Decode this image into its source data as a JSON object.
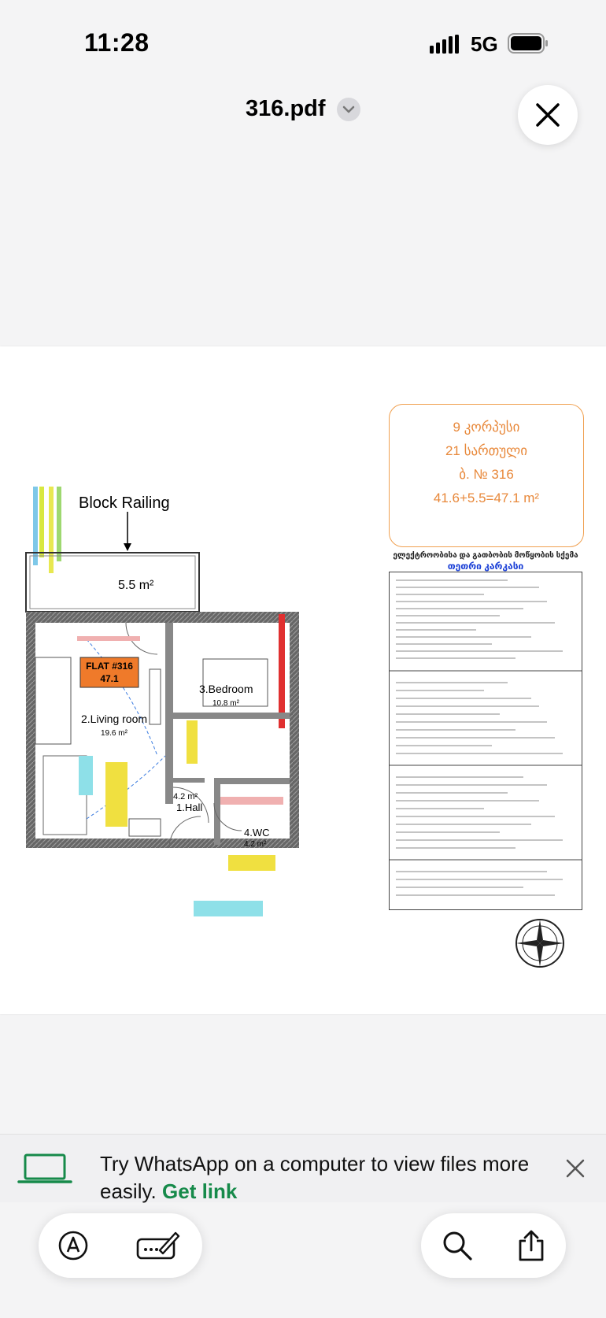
{
  "status_bar": {
    "time": "11:28",
    "network": "5G"
  },
  "header": {
    "title": "316.pdf"
  },
  "floor_plan": {
    "block_railing": "Block Railing",
    "balcony_area": "5.5 m²",
    "flat_label": "FLAT #316",
    "flat_area": "47.1",
    "rooms": [
      {
        "name": "2.Living room",
        "area": "19.6 m²"
      },
      {
        "name": "3.Bedroom",
        "area": "10.8 m²"
      },
      {
        "name": "1.Hall",
        "area": "4.2 m²"
      },
      {
        "name": "4.WC",
        "area": "4.2 m²"
      }
    ],
    "info_box": {
      "line1": "9 კორპუსი",
      "line2": "21 სართული",
      "line3": "ბ. № 316",
      "line4": "41.6+5.5=47.1 m²"
    },
    "legend_title": "ელექტროობისა და გათბობის მოწყობის სქემა",
    "legend_subtitle": "თეთრი კარკასი"
  },
  "banner": {
    "text": "Try WhatsApp on a computer to view files more easily.",
    "link": "Get link"
  },
  "colors": {
    "accent_green": "#168a4a",
    "plan_orange": "#e8883a"
  },
  "toolbar": {
    "left": [
      "markup-icon",
      "signature-icon"
    ],
    "right": [
      "search-icon",
      "share-icon"
    ]
  }
}
